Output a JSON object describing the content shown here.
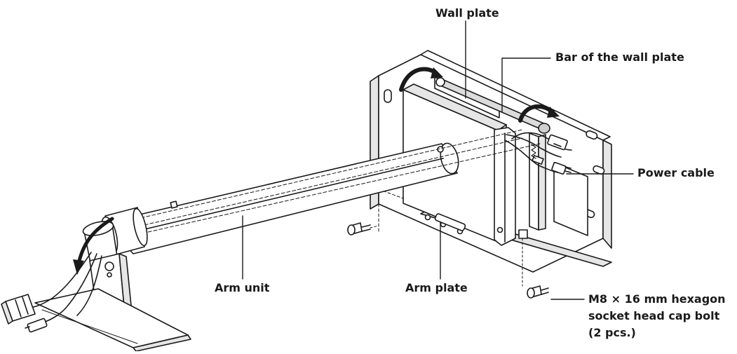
{
  "labels": {
    "wall_plate": "Wall plate",
    "bar_of_wall_plate": "Bar of the wall plate",
    "power_cable": "Power cable",
    "arm_unit": "Arm unit",
    "arm_plate": "Arm plate",
    "bolt_lines": [
      "M8 × 16 mm hexagon",
      "socket head cap bolt",
      "(2 pcs.)"
    ]
  },
  "colors": {
    "line": "#1a1a1a",
    "fill": "#ffffff",
    "shade": "#e6e6e6"
  }
}
